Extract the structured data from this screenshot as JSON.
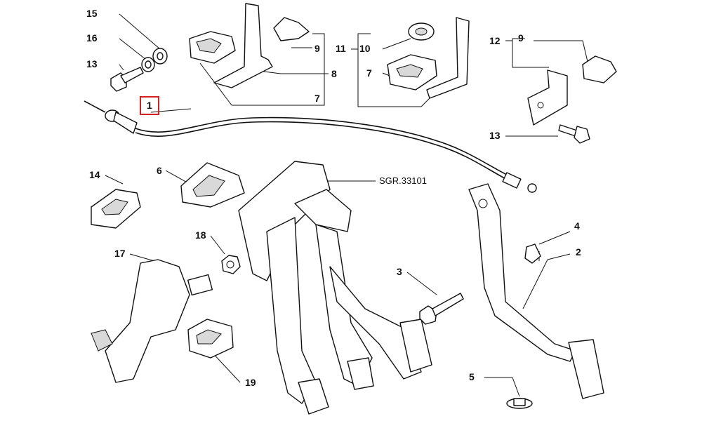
{
  "drawing_code": "SGR.33101",
  "highlight_color": "#d42020",
  "callouts": [
    {
      "id": "c15",
      "text": "15"
    },
    {
      "id": "c16",
      "text": "16"
    },
    {
      "id": "c13a",
      "text": "13"
    },
    {
      "id": "c1",
      "text": "1",
      "highlighted": true
    },
    {
      "id": "c9a",
      "text": "9"
    },
    {
      "id": "c8",
      "text": "8"
    },
    {
      "id": "c7a",
      "text": "7"
    },
    {
      "id": "c11",
      "text": "11"
    },
    {
      "id": "c10",
      "text": "10"
    },
    {
      "id": "c7b",
      "text": "7"
    },
    {
      "id": "c12",
      "text": "12"
    },
    {
      "id": "c9b",
      "text": "9"
    },
    {
      "id": "c13b",
      "text": "13"
    },
    {
      "id": "c14",
      "text": "14"
    },
    {
      "id": "c6",
      "text": "6"
    },
    {
      "id": "c18",
      "text": "18"
    },
    {
      "id": "c17",
      "text": "17"
    },
    {
      "id": "c19",
      "text": "19"
    },
    {
      "id": "c3",
      "text": "3"
    },
    {
      "id": "c4",
      "text": "4"
    },
    {
      "id": "c2",
      "text": "2"
    },
    {
      "id": "c5",
      "text": "5"
    }
  ]
}
